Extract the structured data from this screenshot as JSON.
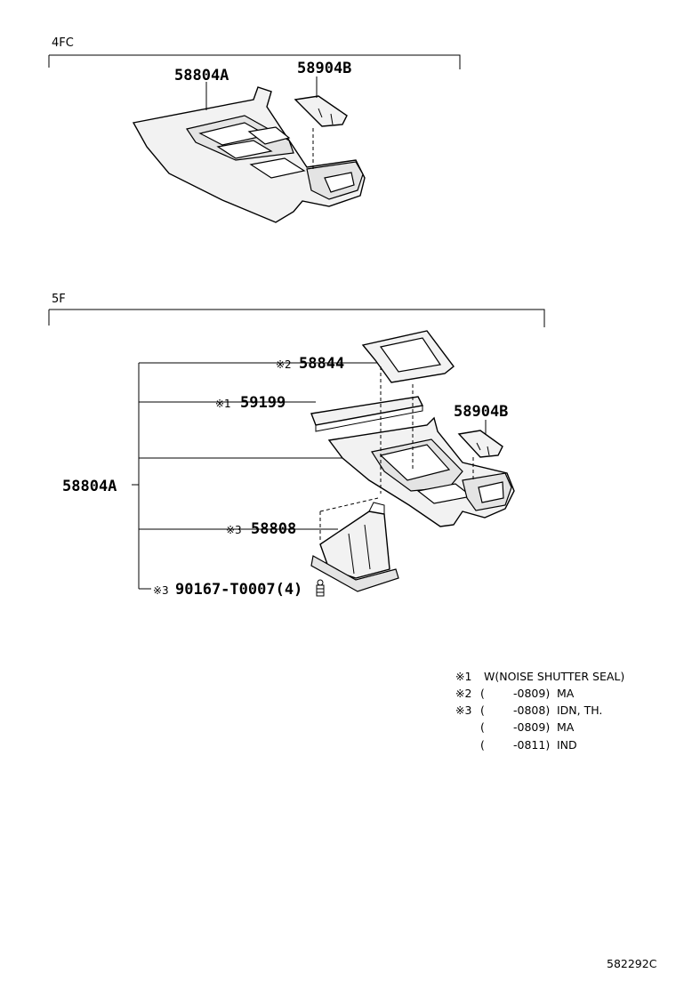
{
  "sections": {
    "top": {
      "label": "4FC"
    },
    "bottom": {
      "label": "5F"
    }
  },
  "parts": {
    "console_box": "58804A",
    "console_box_top": "58804A",
    "upper_panel": "58904B",
    "upper_panel_top": "58904B",
    "indicator_plate": "58844",
    "noise_seal": "59199",
    "shift_boot": "58808",
    "screw": "90167-T0007(4)"
  },
  "marks": {
    "m1": "※1",
    "m2": "※2",
    "m3": "※3"
  },
  "notes": [
    {
      "mark": "※1",
      "text": "W(NOISE SHUTTER SEAL)"
    },
    {
      "mark": "※2",
      "paren": "(",
      "range": "-0809)",
      "text": "MA"
    },
    {
      "mark": "※3",
      "paren": "(",
      "range": "-0808)",
      "text": "IDN, TH."
    },
    {
      "mark": "",
      "paren": "(",
      "range": "-0809)",
      "text": "MA"
    },
    {
      "mark": "",
      "paren": "(",
      "range": "-0811)",
      "text": "IND"
    }
  ],
  "illustration_code": "582292C"
}
